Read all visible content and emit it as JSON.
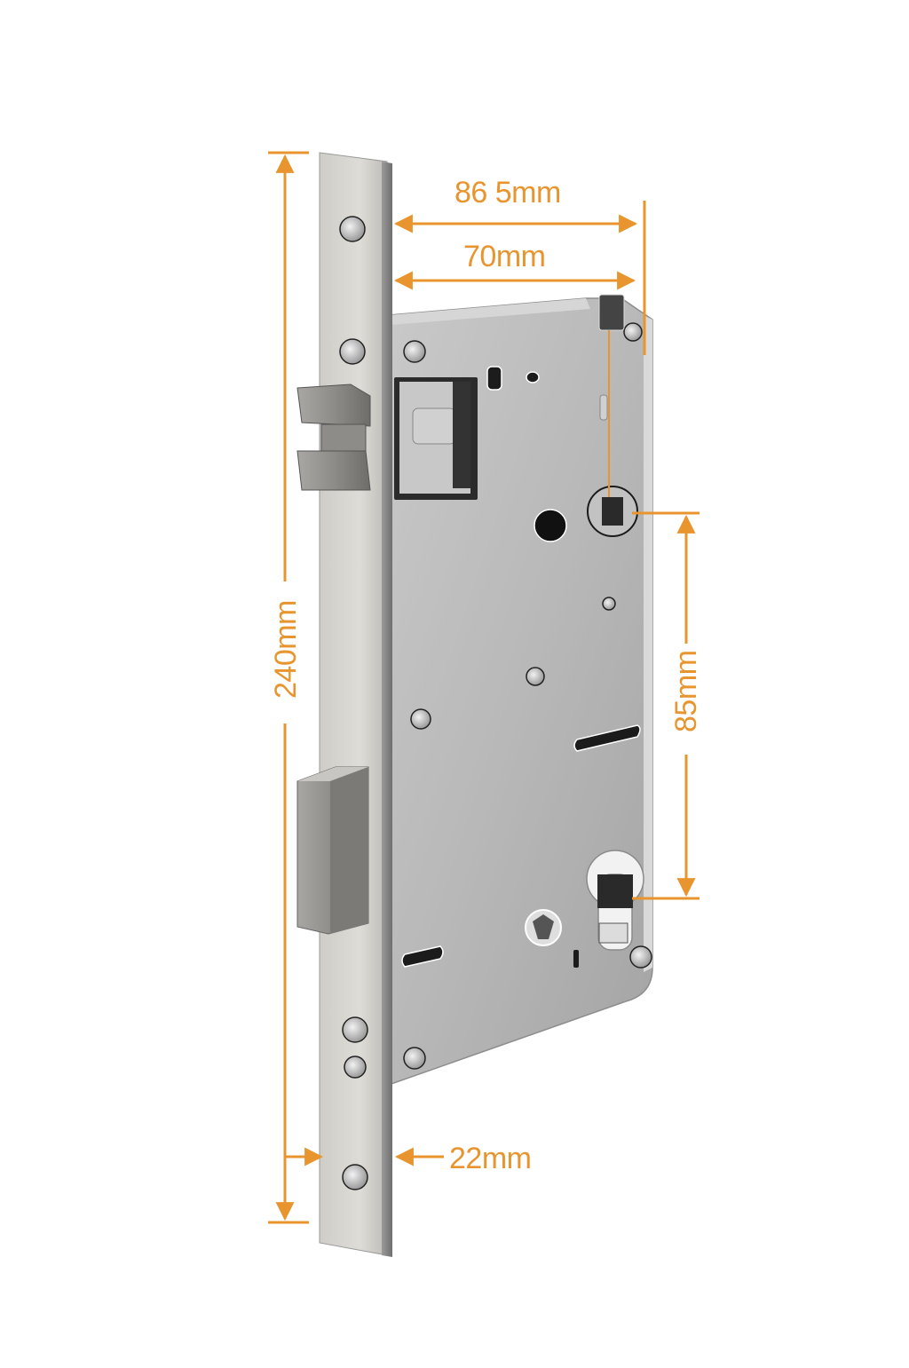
{
  "diagram": {
    "subject": "Mortise lock body",
    "accent_color": "#e8952f",
    "metal_color": "#b9b9b9",
    "dimensions": {
      "overall_depth": {
        "label": "86 5mm",
        "orientation": "horizontal"
      },
      "backset": {
        "label": "70mm",
        "orientation": "horizontal"
      },
      "faceplate_height": {
        "label": "240mm",
        "orientation": "vertical"
      },
      "center_distance": {
        "label": "85mm",
        "orientation": "vertical"
      },
      "faceplate_width": {
        "label": "22mm",
        "orientation": "horizontal"
      }
    },
    "parts": [
      "faceplate",
      "latch-bolt",
      "deadbolt",
      "lock-case",
      "spindle-hole",
      "cylinder-hole",
      "thumbturn-hole",
      "mounting-screws"
    ]
  }
}
